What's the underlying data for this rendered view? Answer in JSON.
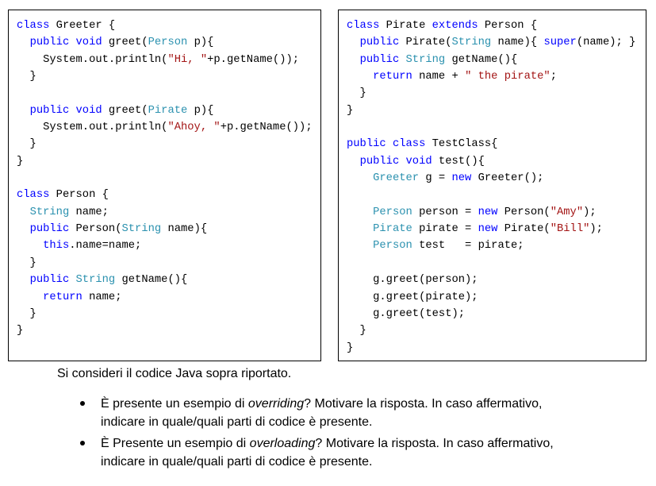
{
  "colors": {
    "keyword": "#0000ff",
    "type": "#2b91af",
    "string": "#a31515",
    "plain": "#000000"
  },
  "code_left": [
    [
      [
        "kw",
        "class"
      ],
      [
        "p",
        " Greeter {"
      ]
    ],
    [
      [
        "p",
        "  "
      ],
      [
        "kw",
        "public"
      ],
      [
        "p",
        " "
      ],
      [
        "kw",
        "void"
      ],
      [
        "p",
        " greet("
      ],
      [
        "type",
        "Person"
      ],
      [
        "p",
        " p){"
      ]
    ],
    [
      [
        "p",
        "    System.out.println("
      ],
      [
        "str",
        "\"Hi, \""
      ],
      [
        "p",
        "+p.getName());"
      ]
    ],
    [
      [
        "p",
        "  }"
      ]
    ],
    [
      [
        "p",
        ""
      ]
    ],
    [
      [
        "p",
        "  "
      ],
      [
        "kw",
        "public"
      ],
      [
        "p",
        " "
      ],
      [
        "kw",
        "void"
      ],
      [
        "p",
        " greet("
      ],
      [
        "type",
        "Pirate"
      ],
      [
        "p",
        " p){"
      ]
    ],
    [
      [
        "p",
        "    System.out.println("
      ],
      [
        "str",
        "\"Ahoy, \""
      ],
      [
        "p",
        "+p.getName());"
      ]
    ],
    [
      [
        "p",
        "  }"
      ]
    ],
    [
      [
        "p",
        "}"
      ]
    ],
    [
      [
        "p",
        ""
      ]
    ],
    [
      [
        "kw",
        "class"
      ],
      [
        "p",
        " Person {"
      ]
    ],
    [
      [
        "p",
        "  "
      ],
      [
        "type",
        "String"
      ],
      [
        "p",
        " name;"
      ]
    ],
    [
      [
        "p",
        "  "
      ],
      [
        "kw",
        "public"
      ],
      [
        "p",
        " Person("
      ],
      [
        "type",
        "String"
      ],
      [
        "p",
        " name){"
      ]
    ],
    [
      [
        "p",
        "    "
      ],
      [
        "kw",
        "this"
      ],
      [
        "p",
        ".name=name;"
      ]
    ],
    [
      [
        "p",
        "  }"
      ]
    ],
    [
      [
        "p",
        "  "
      ],
      [
        "kw",
        "public"
      ],
      [
        "p",
        " "
      ],
      [
        "type",
        "String"
      ],
      [
        "p",
        " getName(){"
      ]
    ],
    [
      [
        "p",
        "    "
      ],
      [
        "kw",
        "return"
      ],
      [
        "p",
        " name;"
      ]
    ],
    [
      [
        "p",
        "  }"
      ]
    ],
    [
      [
        "p",
        "}"
      ]
    ]
  ],
  "code_right": [
    [
      [
        "kw",
        "class"
      ],
      [
        "p",
        " Pirate "
      ],
      [
        "kw",
        "extends"
      ],
      [
        "p",
        " Person {"
      ]
    ],
    [
      [
        "p",
        "  "
      ],
      [
        "kw",
        "public"
      ],
      [
        "p",
        " Pirate("
      ],
      [
        "type",
        "String"
      ],
      [
        "p",
        " name){ "
      ],
      [
        "kw",
        "super"
      ],
      [
        "p",
        "(name); }"
      ]
    ],
    [
      [
        "p",
        "  "
      ],
      [
        "kw",
        "public"
      ],
      [
        "p",
        " "
      ],
      [
        "type",
        "String"
      ],
      [
        "p",
        " getName(){"
      ]
    ],
    [
      [
        "p",
        "    "
      ],
      [
        "kw",
        "return"
      ],
      [
        "p",
        " name + "
      ],
      [
        "str",
        "\" the pirate\""
      ],
      [
        "p",
        ";"
      ]
    ],
    [
      [
        "p",
        "  }"
      ]
    ],
    [
      [
        "p",
        "}"
      ]
    ],
    [
      [
        "p",
        ""
      ]
    ],
    [
      [
        "kw",
        "public"
      ],
      [
        "p",
        " "
      ],
      [
        "kw",
        "class"
      ],
      [
        "p",
        " TestClass{"
      ]
    ],
    [
      [
        "p",
        "  "
      ],
      [
        "kw",
        "public"
      ],
      [
        "p",
        " "
      ],
      [
        "kw",
        "void"
      ],
      [
        "p",
        " test(){"
      ]
    ],
    [
      [
        "p",
        "    "
      ],
      [
        "type",
        "Greeter"
      ],
      [
        "p",
        " g = "
      ],
      [
        "kw",
        "new"
      ],
      [
        "p",
        " Greeter();"
      ]
    ],
    [
      [
        "p",
        ""
      ]
    ],
    [
      [
        "p",
        "    "
      ],
      [
        "type",
        "Person"
      ],
      [
        "p",
        " person = "
      ],
      [
        "kw",
        "new"
      ],
      [
        "p",
        " Person("
      ],
      [
        "str",
        "\"Amy\""
      ],
      [
        "p",
        ");"
      ]
    ],
    [
      [
        "p",
        "    "
      ],
      [
        "type",
        "Pirate"
      ],
      [
        "p",
        " pirate = "
      ],
      [
        "kw",
        "new"
      ],
      [
        "p",
        " Pirate("
      ],
      [
        "str",
        "\"Bill\""
      ],
      [
        "p",
        ");"
      ]
    ],
    [
      [
        "p",
        "    "
      ],
      [
        "type",
        "Person"
      ],
      [
        "p",
        " test   = pirate;"
      ]
    ],
    [
      [
        "p",
        ""
      ]
    ],
    [
      [
        "p",
        "    g.greet(person);"
      ]
    ],
    [
      [
        "p",
        "    g.greet(pirate);"
      ]
    ],
    [
      [
        "p",
        "    g.greet(test);"
      ]
    ],
    [
      [
        "p",
        "  }"
      ]
    ],
    [
      [
        "p",
        "}"
      ]
    ]
  ],
  "caption": "Si consideri il codice Java sopra riportato.",
  "bullets": [
    {
      "line1_pre": "È presente un esempio di ",
      "line1_em": "overriding",
      "line1_post": "? Motivare la risposta. In caso affermativo,",
      "line2": "indicare in quale/quali parti di codice è presente."
    },
    {
      "line1_pre": "È Presente un esempio di ",
      "line1_em": "overloading",
      "line1_post": "? Motivare la risposta. In caso affermativo,",
      "line2": "indicare in quale/quali parti di codice è presente."
    }
  ]
}
